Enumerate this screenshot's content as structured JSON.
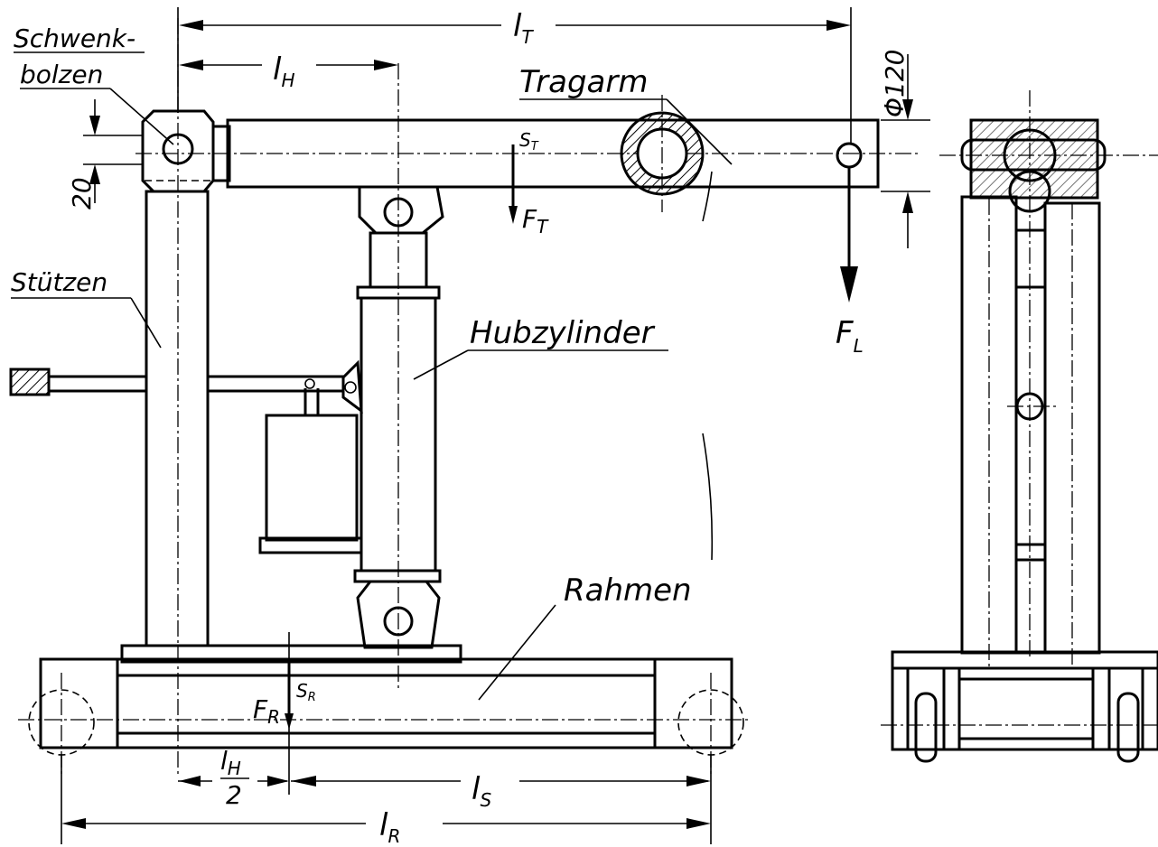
{
  "labels": {
    "schwenkbolzen_1": "Schwenk-",
    "schwenkbolzen_2": "bolzen",
    "tragarm": "Tragarm",
    "stuetzen": "Stützen",
    "hubzylinder": "Hubzylinder",
    "rahmen": "Rahmen"
  },
  "dimensions": {
    "l_T": "l",
    "l_T_sub": "T",
    "l_H": "l",
    "l_H_sub": "H",
    "l_S": "l",
    "l_S_sub": "S",
    "l_R": "l",
    "l_R_sub": "R",
    "l_H_half_num": "l",
    "l_H_half_sub": "H",
    "l_H_half_den": "2",
    "dia": "Φ120",
    "offset": "20"
  },
  "forces": {
    "S_T": "S",
    "S_T_sub": "T",
    "F_T": "F",
    "F_T_sub": "T",
    "F_L": "F",
    "F_L_sub": "L",
    "S_R": "S",
    "S_R_sub": "R",
    "F_R": "F",
    "F_R_sub": "R"
  }
}
